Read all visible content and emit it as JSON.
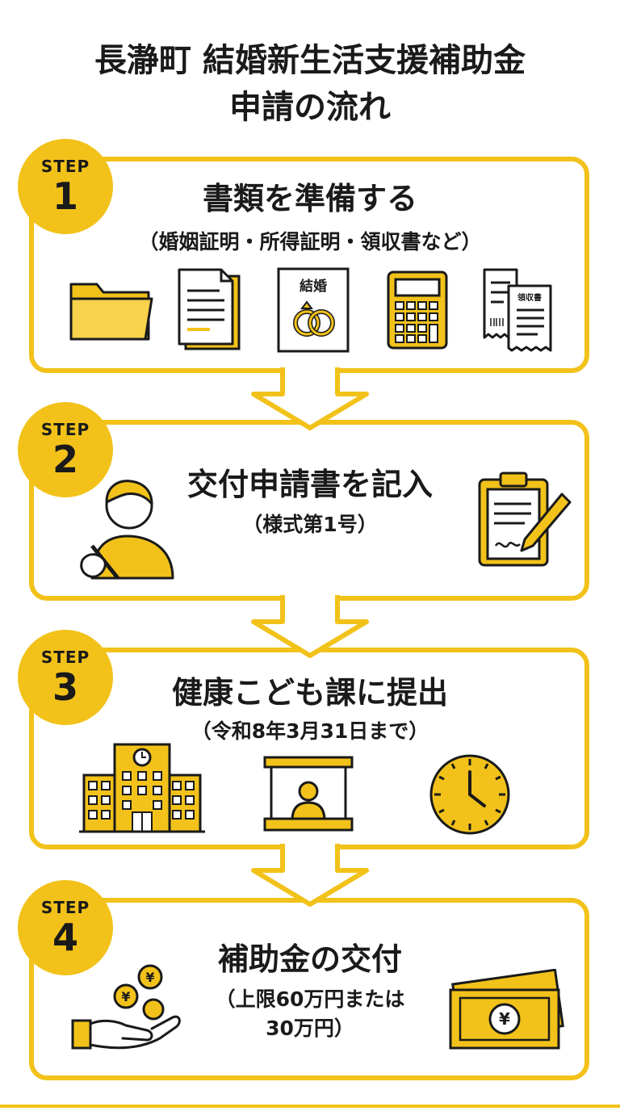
{
  "title": {
    "line1": "長瀞町 結婚新生活支援補助金",
    "line2": "申請の流れ"
  },
  "steps": [
    {
      "badge_label": "STEP",
      "badge_number": "1",
      "heading": "書類を準備する",
      "sub": "（婚姻証明・所得証明・領収書など）",
      "icons": [
        "folder-icon",
        "document-icon",
        "marriage-certificate-icon",
        "calculator-icon",
        "receipt-icon"
      ],
      "certificate_label": "結婚",
      "receipt_label": "領収書"
    },
    {
      "badge_label": "STEP",
      "badge_number": "2",
      "heading": "交付申請書を記入",
      "sub": "（様式第1号）",
      "icons": [
        "person-writing-icon",
        "clipboard-pen-icon"
      ]
    },
    {
      "badge_label": "STEP",
      "badge_number": "3",
      "heading": "健康こども課に提出",
      "sub": "（令和8年3月31日まで）",
      "icons": [
        "town-hall-icon",
        "service-counter-icon",
        "clock-icon"
      ]
    },
    {
      "badge_label": "STEP",
      "badge_number": "4",
      "heading": "補助金の交付",
      "sub_line1": "（上限60万円または",
      "sub_line2": "30万円）",
      "icons": [
        "hand-coins-icon",
        "yen-banknote-icon"
      ],
      "currency_symbol": "¥"
    }
  ],
  "colors": {
    "accent": "#f2c21a",
    "outline": "#1a1a1a",
    "background": "#ffffff"
  }
}
